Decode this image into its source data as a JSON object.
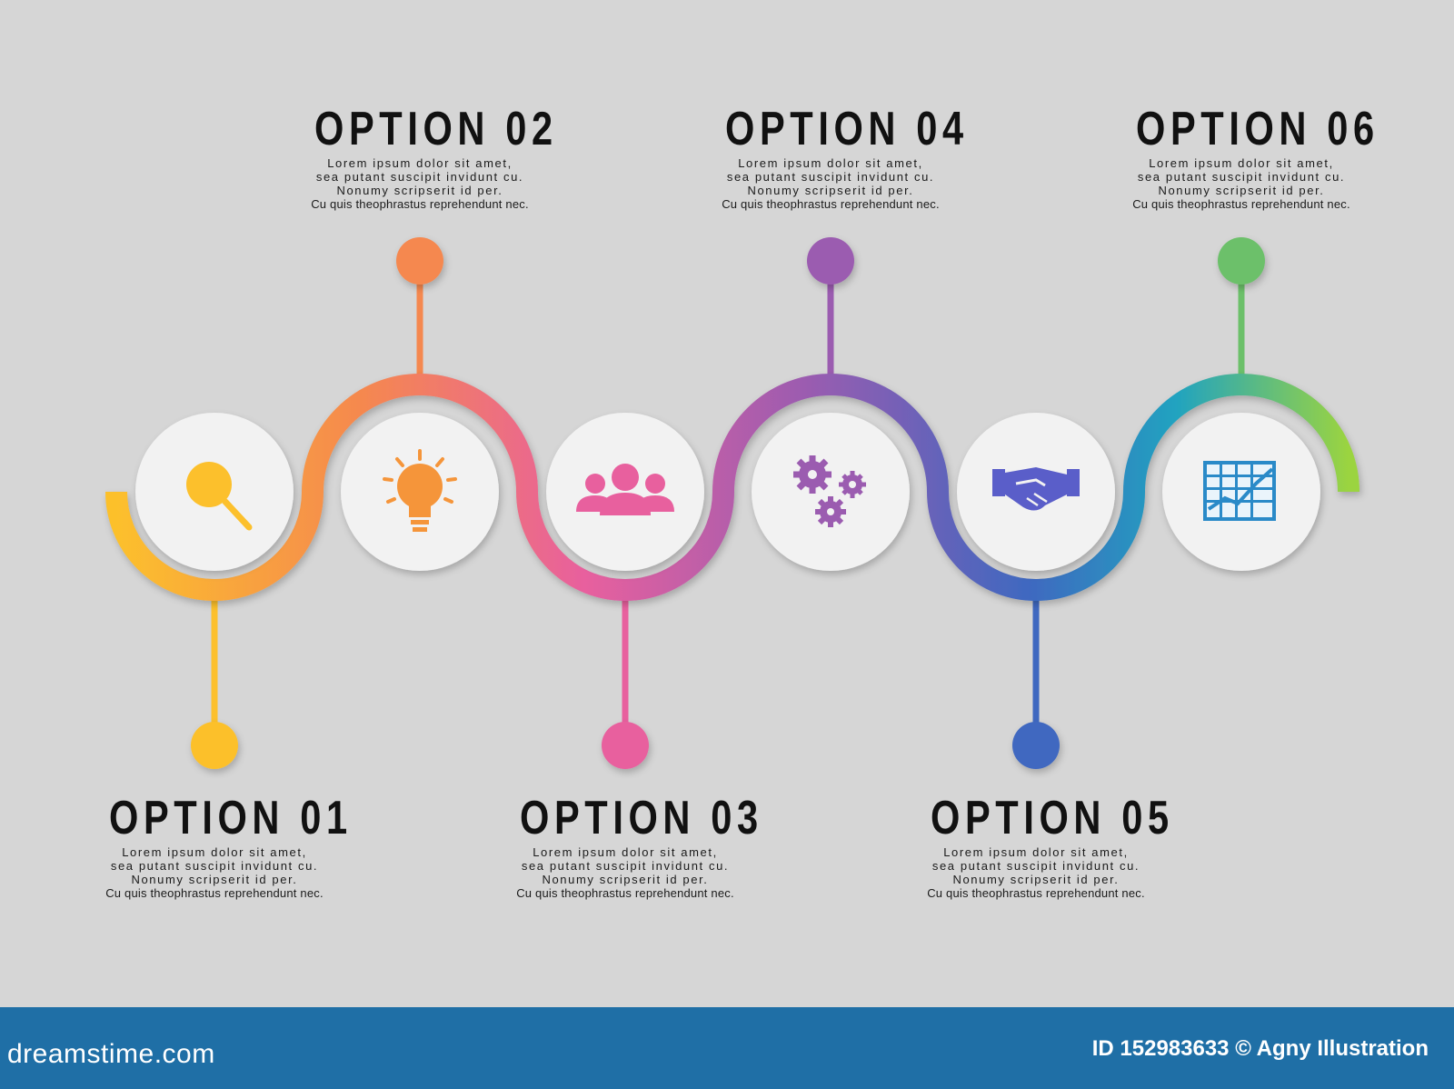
{
  "options": [
    {
      "title": "OPTION 01",
      "lines": [
        "Lorem ipsum dolor sit amet,",
        "sea putant suscipit invidunt cu.",
        "Nonumy scripserit id per.",
        "Cu quis theophrastus reprehendunt nec."
      ],
      "icon": "magnifier-icon"
    },
    {
      "title": "OPTION 02",
      "lines": [
        "Lorem ipsum dolor sit amet,",
        "sea putant suscipit invidunt cu.",
        "Nonumy scripserit id per.",
        "Cu quis theophrastus reprehendunt nec."
      ],
      "icon": "lightbulb-icon"
    },
    {
      "title": "OPTION 03",
      "lines": [
        "Lorem ipsum dolor sit amet,",
        "sea putant suscipit invidunt cu.",
        "Nonumy scripserit id per.",
        "Cu quis theophrastus reprehendunt nec."
      ],
      "icon": "team-icon"
    },
    {
      "title": "OPTION 04",
      "lines": [
        "Lorem ipsum dolor sit amet,",
        "sea putant suscipit invidunt cu.",
        "Nonumy scripserit id per.",
        "Cu quis theophrastus reprehendunt nec."
      ],
      "icon": "gears-icon"
    },
    {
      "title": "OPTION 05",
      "lines": [
        "Lorem ipsum dolor sit amet,",
        "sea putant suscipit invidunt cu.",
        "Nonumy scripserit id per.",
        "Cu quis theophrastus reprehendunt nec."
      ],
      "icon": "handshake-icon"
    },
    {
      "title": "OPTION 06",
      "lines": [
        "Lorem ipsum dolor sit amet,",
        "sea putant suscipit invidunt cu.",
        "Nonumy scripserit id per.",
        "Cu quis theophrastus reprehendunt nec."
      ],
      "icon": "chart-icon"
    }
  ],
  "colors": {
    "background": "#d6d6d6",
    "option01": "#fcc02c",
    "option02": "#f5884f",
    "option03": "#e8609e",
    "option04": "#9b5cb0",
    "option05": "#3f68c0",
    "option06": "#6cc06a",
    "footer": "#1f6fa6"
  },
  "footer": {
    "brand": "dreamstime.com",
    "id_text": "ID 152983633 © Agny Illustration"
  }
}
